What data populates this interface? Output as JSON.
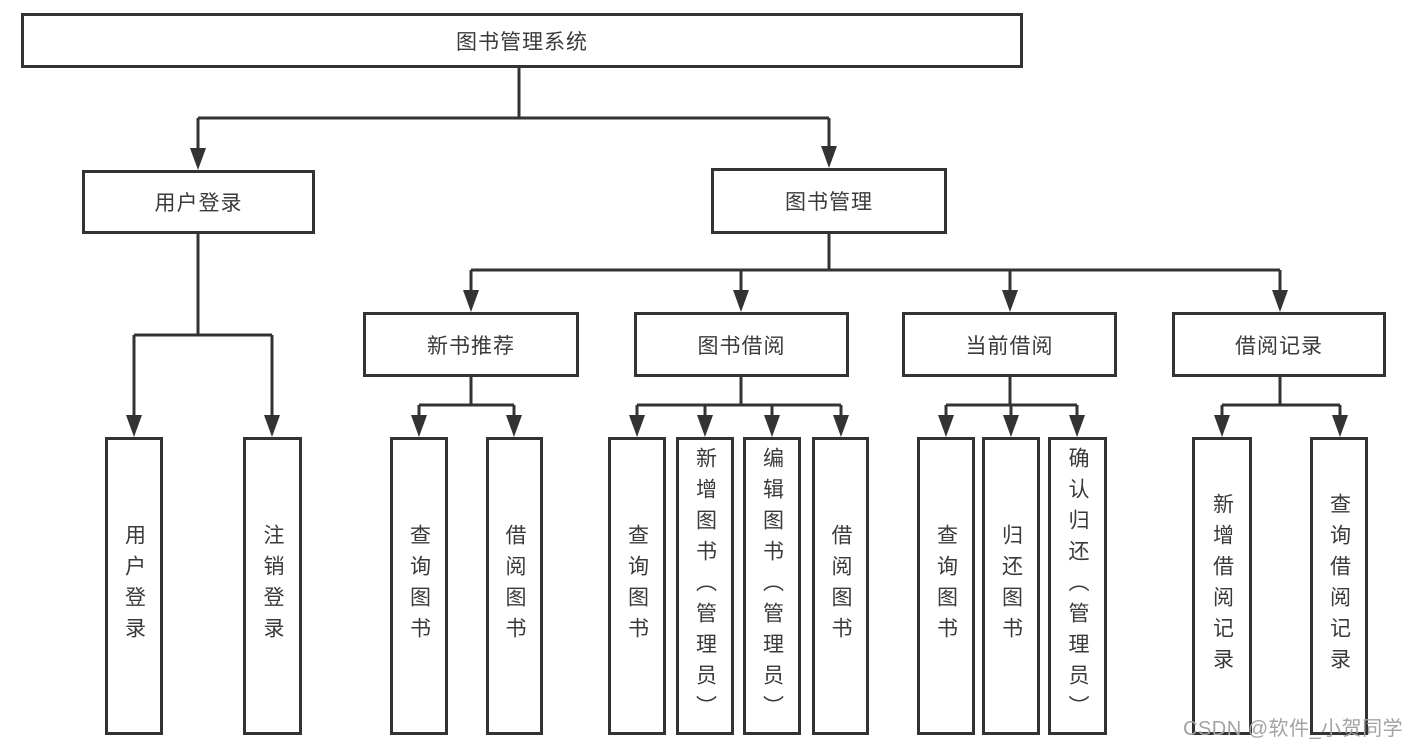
{
  "tree": {
    "root": "图书管理系统",
    "level2": [
      {
        "label": "用户登录",
        "children": [
          "用户登录",
          "注销登录"
        ]
      },
      {
        "label": "图书管理",
        "groups": [
          {
            "label": "新书推荐",
            "children": [
              "查询图书",
              "借阅图书"
            ]
          },
          {
            "label": "图书借阅",
            "children": [
              "查询图书",
              "新增图书（管理员）",
              "编辑图书（管理员）",
              "借阅图书"
            ]
          },
          {
            "label": "当前借阅",
            "children": [
              "查询图书",
              "归还图书",
              "确认归还（管理员）"
            ]
          },
          {
            "label": "借阅记录",
            "children": [
              "新增借阅记录",
              "查询借阅记录"
            ]
          }
        ]
      }
    ]
  },
  "watermark": "CSDN @软件_小贺同学",
  "colors": {
    "line": "#333333",
    "text": "#3a3a3a",
    "watermark": "#a3a3a3",
    "background": "#ffffff"
  }
}
